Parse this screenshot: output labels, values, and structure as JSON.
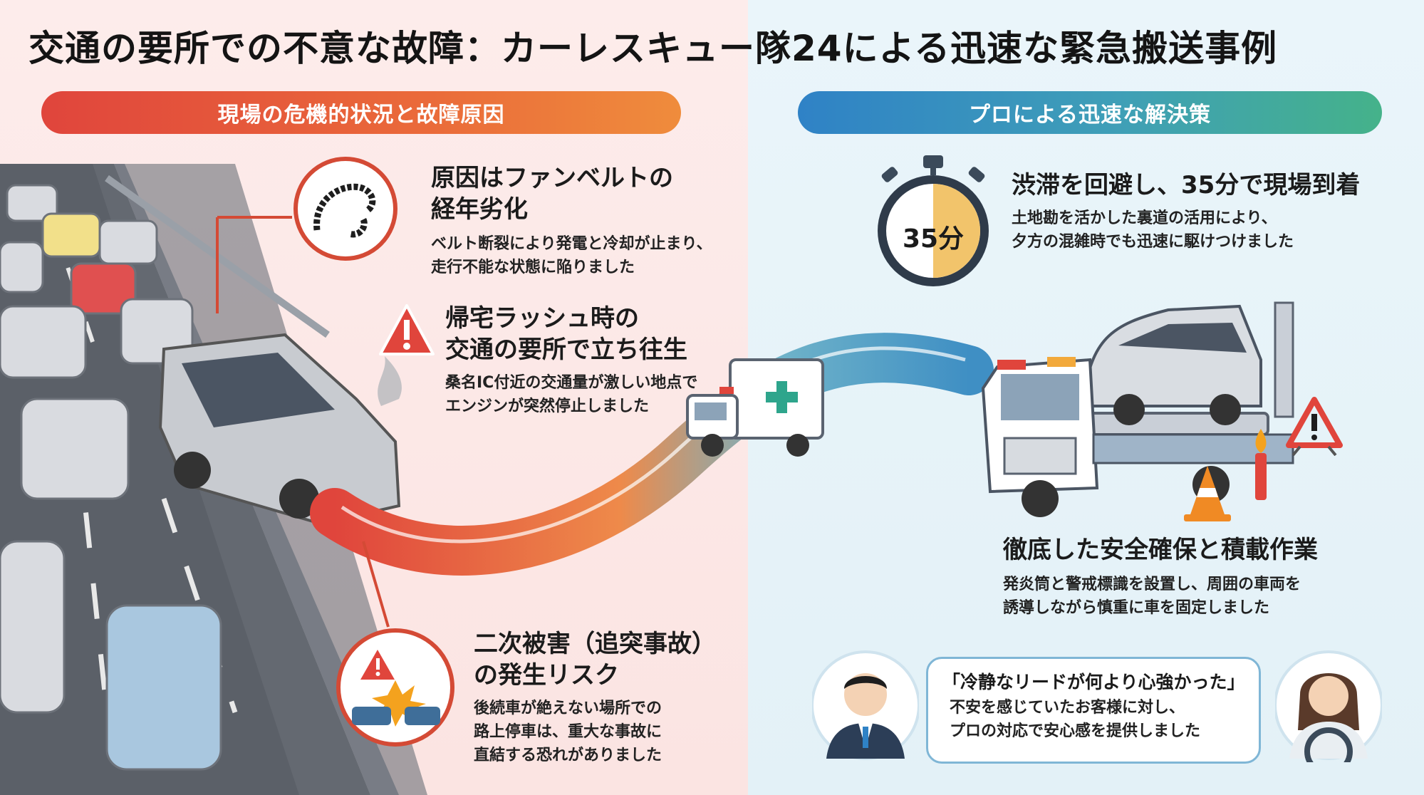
{
  "title": "交通の要所での不意な故障：カーレスキュー隊24による迅速な緊急搬送事例",
  "left_header": "現場の危機的状況と故障原因",
  "right_header": "プロによる迅速な解決策",
  "causes": [
    {
      "title_lines": [
        "原因はファンベルトの",
        "経年劣化"
      ],
      "body_lines": [
        "ベルト断裂により発電と冷却が止まり、",
        "走行不能な状態に陥りました"
      ]
    },
    {
      "title_lines": [
        "帰宅ラッシュ時の",
        "交通の要所で立ち往生"
      ],
      "body_lines": [
        "桑名IC付近の交通量が激しい地点で",
        "エンジンが突然停止しました"
      ]
    },
    {
      "title_lines": [
        "二次被害（追突事故）",
        "の発生リスク"
      ],
      "body_lines": [
        "後続車が絶えない場所での",
        "路上停車は、重大な事故に",
        "直結する恐れがありました"
      ]
    }
  ],
  "solutions": [
    {
      "title": "渋滞を回避し、35分で現場到着",
      "body_lines": [
        "土地勘を活かした裏道の活用により、",
        "夕方の混雑時でも迅速に駆けつけました"
      ]
    },
    {
      "title": "徹底した安全確保と積載作業",
      "body_lines": [
        "発炎筒と警戒標識を設置し、周囲の車両を",
        "誘導しながら慎重に車を固定しました"
      ]
    }
  ],
  "timer_label": "35分",
  "testimonial": {
    "quote": "「冷静なリードが何より心強かった」",
    "body_lines": [
      "不安を感じていたお客様に対し、",
      "プロの対応で安心感を提供しました"
    ]
  },
  "colors": {
    "accent_red": "#e0453c",
    "accent_orange": "#ef8c3c",
    "accent_blue": "#2f82c6",
    "accent_green": "#45b28a",
    "timer_fill": "#f2c46b"
  },
  "icons": [
    "broken-belt-icon",
    "warning-triangle-icon",
    "collision-icon",
    "stopwatch-icon",
    "ambulance-icon",
    "tow-truck-icon",
    "traffic-cone-icon",
    "flare-icon",
    "staff-avatar-icon",
    "customer-avatar-icon"
  ]
}
